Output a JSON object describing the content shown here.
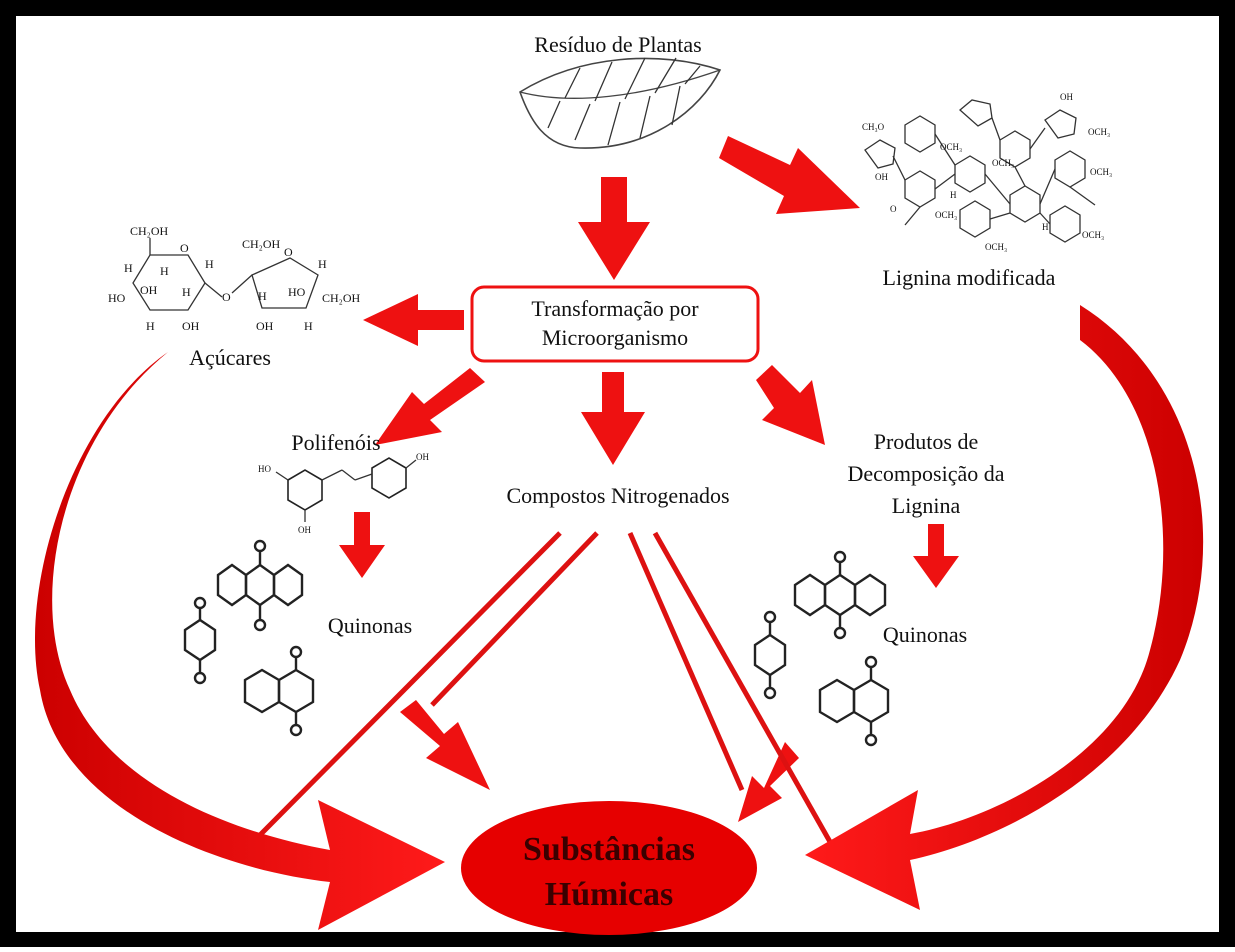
{
  "nodes": {
    "residuo": "Resíduo de Plantas",
    "transformacao_1": "Transformação por",
    "transformacao_2": "Microorganismo",
    "acucares": "Açúcares",
    "lignina_mod": "Lignina modificada",
    "polifenois": "Polifenóis",
    "compostos": "Compostos Nitrogenados",
    "produtos_1": "Produtos de",
    "produtos_2": "Decomposição da",
    "produtos_3": "Lignina",
    "quinonas_left": "Quinonas",
    "quinonas_right": "Quinonas",
    "substancias_1": "Substâncias",
    "substancias_2": "Húmicas"
  },
  "chem_labels": {
    "ch2oh": "CH₂OH",
    "h": "H",
    "oh": "OH",
    "ho": "HO",
    "o": "O",
    "och3": "OCH₃",
    "ch3o": "CH₃O"
  },
  "colors": {
    "arrow": "#ee1111",
    "arrow_dark": "#cc0000",
    "ellipse": "#e60000",
    "border": "#000000",
    "text": "#111111"
  }
}
